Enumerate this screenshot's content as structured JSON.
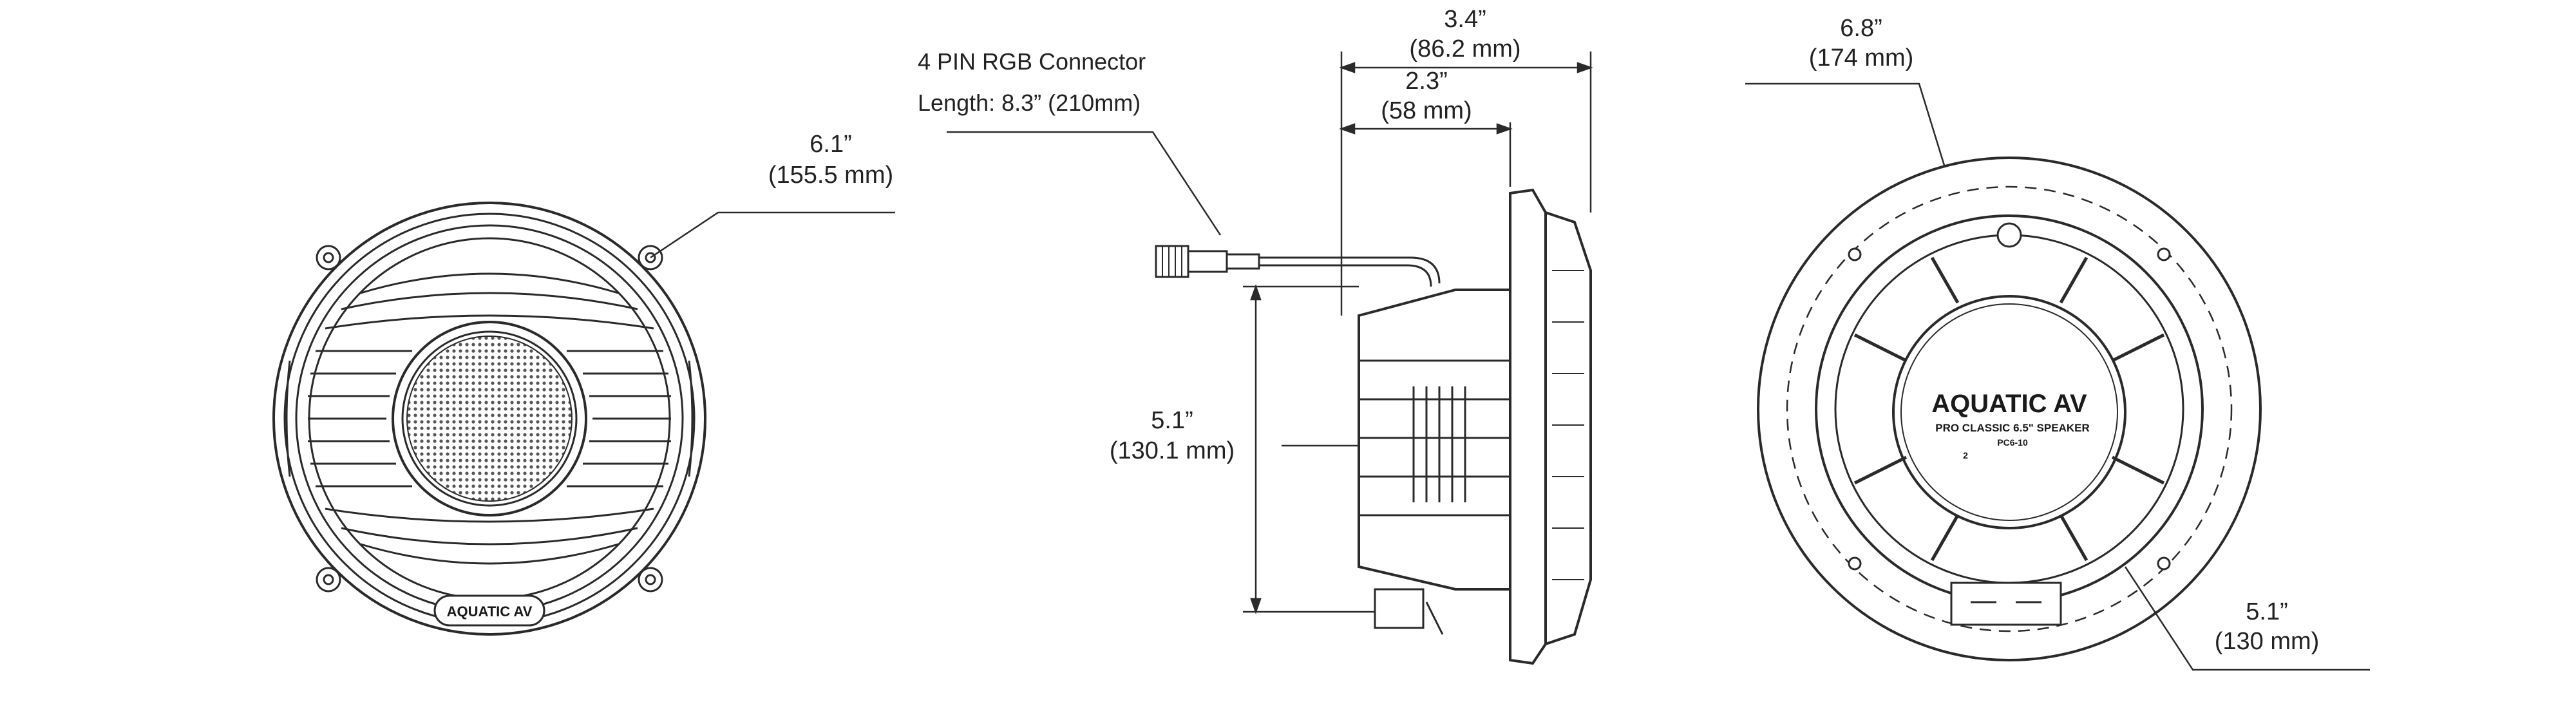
{
  "front_view": {
    "diameter_in": "6.1”",
    "diameter_mm": "(155.5 mm)",
    "grille_logo": "AQUATIC AV"
  },
  "side_view": {
    "connector_label": "4 PIN RGB Connector",
    "connector_length": "Length: 8.3” (210mm)",
    "depth_total_in": "3.4”",
    "depth_total_mm": "(86.2 mm)",
    "mount_depth_in": "2.3”",
    "mount_depth_mm": "(58 mm)",
    "height_in": "5.1”",
    "height_mm": "(130.1 mm)"
  },
  "rear_view": {
    "diameter_in": "6.8”",
    "diameter_mm": "(174 mm)",
    "cutout_in": "5.1”",
    "cutout_mm": "(130 mm)",
    "brand": "AQUATIC AV",
    "model": "PRO CLASSIC 6.5\" SPEAKER",
    "part_no": "PC6-10",
    "mark": "2"
  },
  "colors": {
    "line": "#2a2a2a",
    "text": "#222222",
    "background": "#ffffff"
  }
}
